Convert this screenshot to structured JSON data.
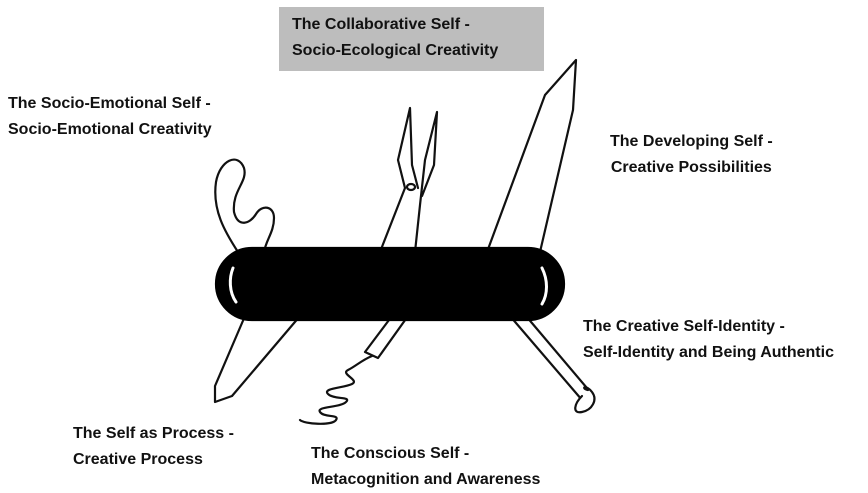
{
  "labels": {
    "collaborative": {
      "line1": "The Collaborative Self -",
      "line2": "Socio-Ecological Creativity"
    },
    "socio_emotional": {
      "line1": "The Socio-Emotional Self -",
      "line2": "Socio-Emotional Creativity"
    },
    "developing": {
      "line1": "The Developing Self -",
      "line2": "Creative Possibilities"
    },
    "creative_identity": {
      "line1": "The Creative Self-Identity -",
      "line2": "Self-Identity and Being Authentic"
    },
    "process": {
      "line1": "The Self as Process -",
      "line2": "Creative Process"
    },
    "conscious": {
      "line1": "The Conscious Self -",
      "line2": "Metacognition and Awareness"
    }
  },
  "colors": {
    "highlight_box": "#bdbdbd",
    "handle": "#000000",
    "outline": "#111111"
  }
}
